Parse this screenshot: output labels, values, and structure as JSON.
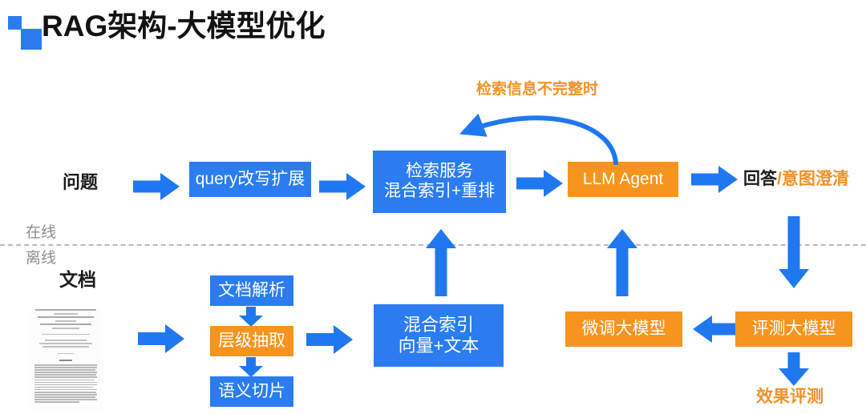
{
  "title": "RAG架构-大模型优化",
  "logo": {
    "name": "two-squares-logo",
    "color": "#2b7cf0"
  },
  "colors": {
    "blue": "#2b7cf0",
    "orange": "#f7941e",
    "arrow_blue": "#1f78ef",
    "divider": "#b9b9b9",
    "text_dark": "#1a1a1a",
    "text_grey": "#8e8e8e"
  },
  "divider": {
    "online_label": "在线",
    "offline_label": "离线"
  },
  "online_flow": {
    "input_label": "问题",
    "nodes": [
      {
        "id": "query-rewrite",
        "label": "query改写扩展",
        "color": "blue"
      },
      {
        "id": "retrieval-service",
        "line1": "检索服务",
        "line2": "混合索引+重排",
        "color": "blue"
      },
      {
        "id": "llm-agent",
        "label": "LLM Agent",
        "color": "orange"
      }
    ],
    "output_black": "回答",
    "output_orange": "/意图澄清",
    "feedback_label": "检索信息不完整时"
  },
  "offline_flow": {
    "source_label": "文档",
    "pipeline": [
      {
        "id": "doc-parse",
        "label": "文档解析",
        "color": "blue"
      },
      {
        "id": "hierarchy-extract",
        "label": "层级抽取",
        "color": "orange"
      },
      {
        "id": "semantic-chunk",
        "label": "语义切片",
        "color": "blue"
      }
    ],
    "index_node": {
      "id": "hybrid-index",
      "line1": "混合索引",
      "line2": "向量+文本",
      "color": "blue"
    },
    "model_nodes": [
      {
        "id": "finetune-model",
        "label": "微调大模型",
        "color": "orange"
      },
      {
        "id": "eval-model",
        "label": "评测大模型",
        "color": "orange"
      }
    ],
    "result_label": "效果评测"
  }
}
